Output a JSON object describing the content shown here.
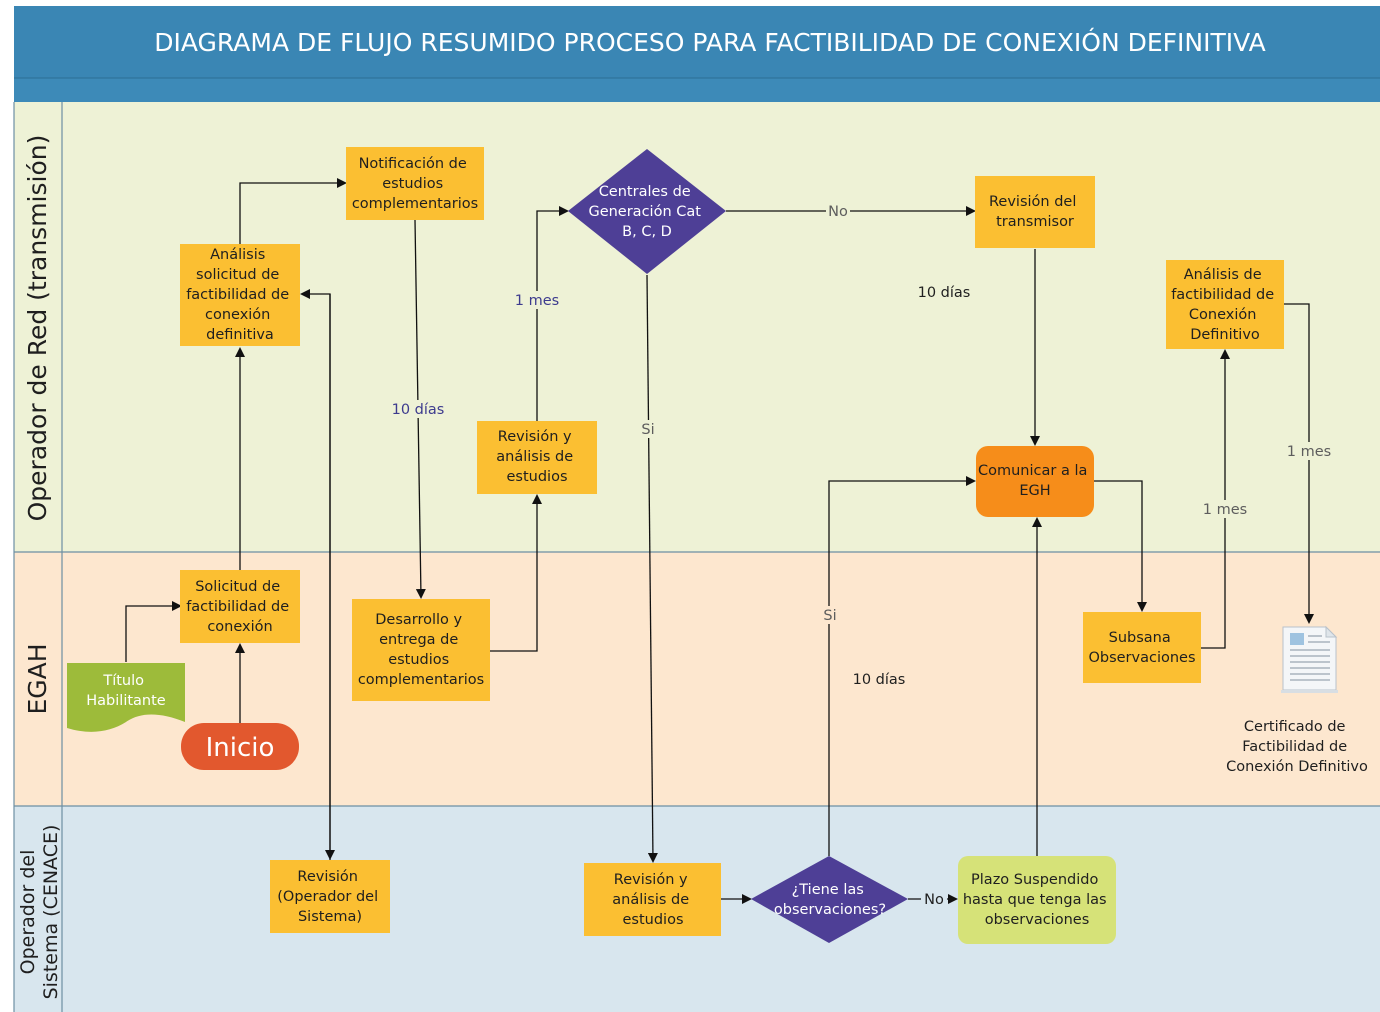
{
  "title": "DIAGRAMA DE FLUJO RESUMIDO PROCESO PARA FACTIBILIDAD DE CONEXIÓN DEFINITIVA",
  "lanes": {
    "operador_red": "Operador de Red (transmisión)",
    "egah": "EGAH",
    "operador_sistema_line1": "Operador del",
    "operador_sistema_line2": "Sistema (CENACE)"
  },
  "nodes": {
    "analisis_solicitud": [
      "Análisis",
      "solicitud de",
      "factibilidad de",
      "conexión",
      "definitiva"
    ],
    "notificacion": [
      "Notificación de",
      "estudios",
      "complementarios"
    ],
    "centrales": [
      "Centrales de",
      "Generación Cat",
      "B, C, D"
    ],
    "revision_transmisor": [
      "Revisión del",
      "transmisor"
    ],
    "analisis_factibilidad": [
      "Análisis de",
      "factibilidad de",
      "Conexión",
      "Definitivo"
    ],
    "revision_analisis_red": [
      "Revisión y",
      "análisis de",
      "estudios"
    ],
    "comunicar": [
      "Comunicar a la",
      "EGH"
    ],
    "solicitud": [
      "Solicitud de",
      "factibilidad de",
      "conexión"
    ],
    "desarrollo": [
      "Desarrollo y",
      "entrega de",
      "estudios",
      "complementarios"
    ],
    "subsana": [
      "Subsana",
      "Observaciones"
    ],
    "titulo": [
      "Título",
      "Habilitante"
    ],
    "inicio": "Inicio",
    "certificado": [
      "Certificado de",
      "Factibilidad de",
      "Conexión Definitivo"
    ],
    "revision_operador": [
      "Revisión",
      "(Operador del",
      "Sistema)"
    ],
    "revision_analisis_cenace": [
      "Revisión y",
      "análisis de",
      "estudios"
    ],
    "tiene_obs": [
      "¿Tiene las",
      "observaciones?"
    ],
    "plazo": [
      "Plazo Suspendido",
      "hasta que tenga las",
      "observaciones"
    ]
  },
  "edge_labels": {
    "no_1": "No",
    "si_1": "Si",
    "mes_1": "1 mes",
    "dias_1": "10 días",
    "dias_2": "10 días",
    "dias_3": "10 días",
    "si_2": "Si",
    "no_2": "No",
    "mes_2": "1 mes",
    "mes_3": "1 mes"
  },
  "colors": {
    "title_bar": "#3a86b4",
    "title_bar_bottom": "#3d8ab8",
    "lane_red": "#eef2d6",
    "lane_egah": "#fde7cf",
    "lane_cenace": "#d8e6ee",
    "lane_border": "#6d8fa3",
    "process_fill": "#fbbf32",
    "decision_fill": "#4e3f96",
    "comunicar_fill": "#f68d1a",
    "inicio_fill": "#e2582e",
    "titulo_fill": "#9dbb3a",
    "plazo_fill": "#d6e278",
    "edge_label_blue": "#3d3b8e"
  }
}
